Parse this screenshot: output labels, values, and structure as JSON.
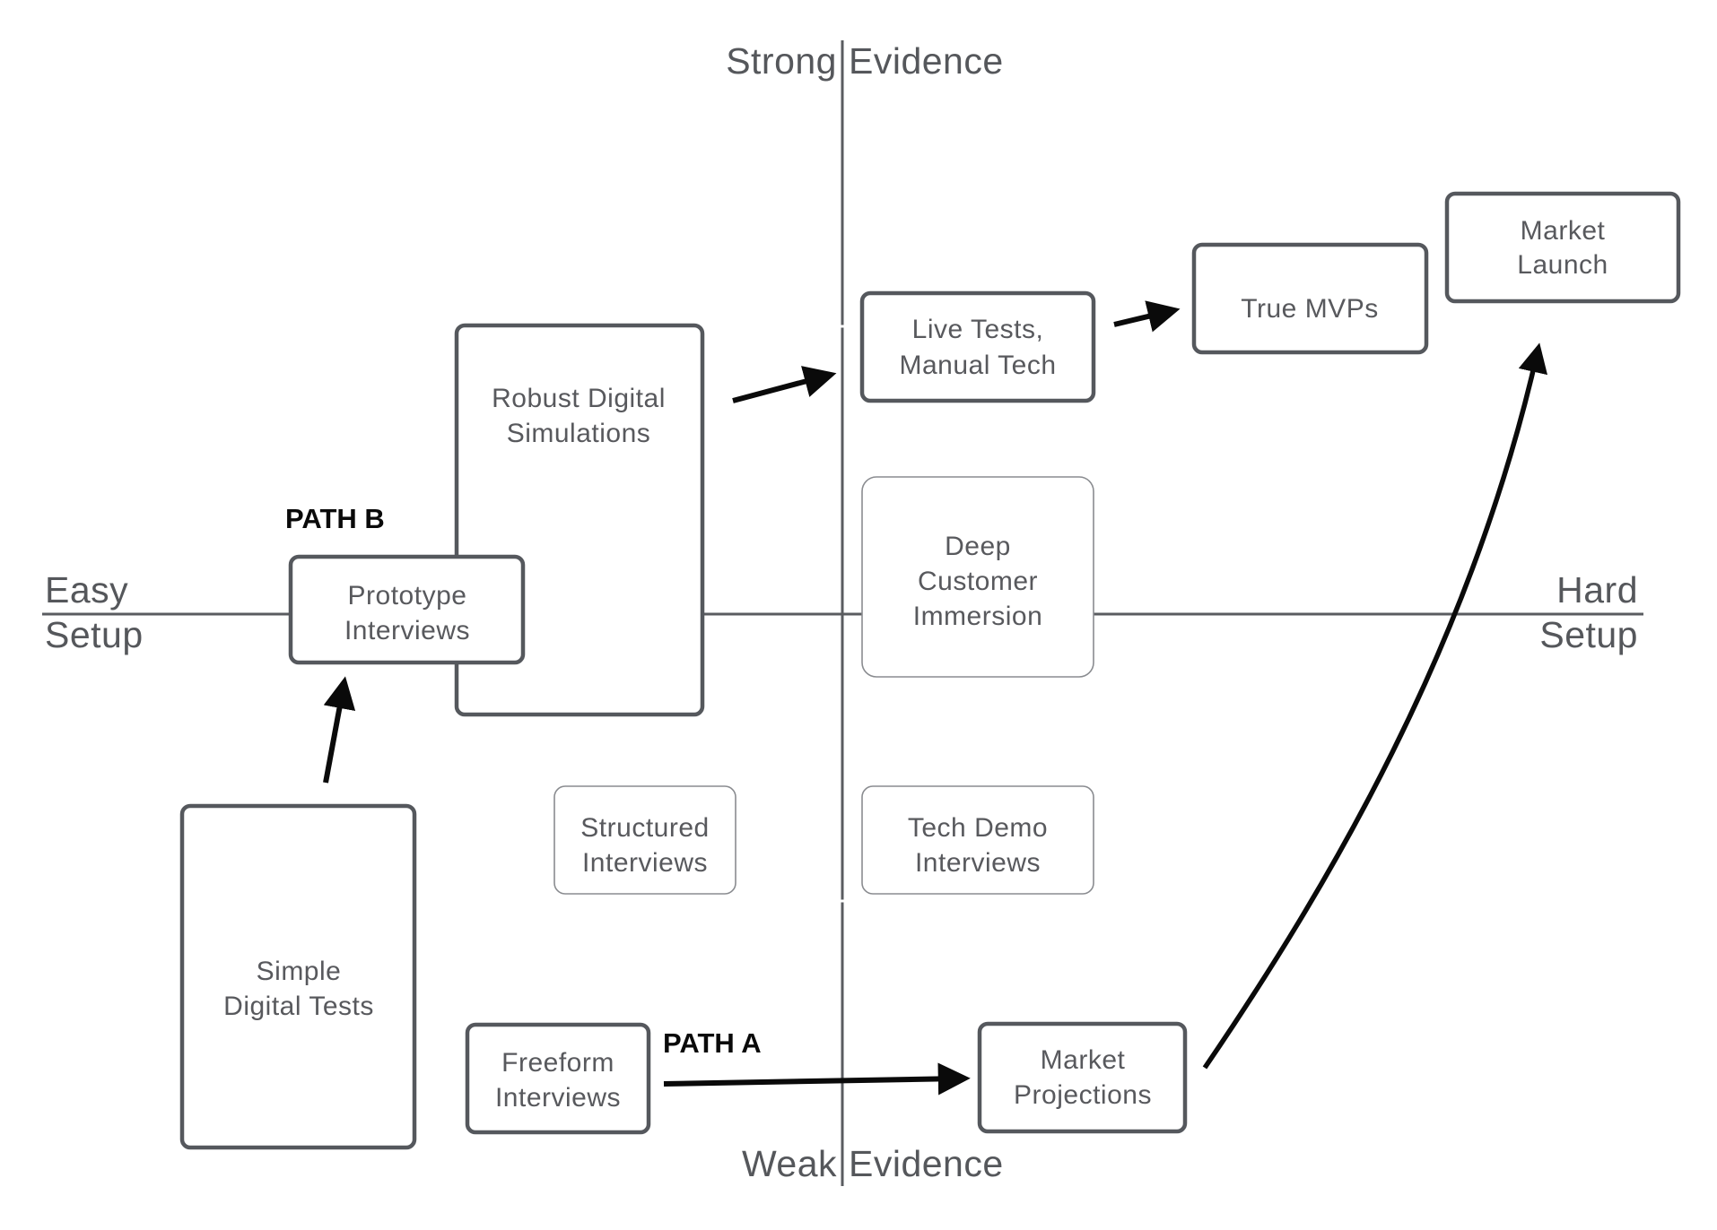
{
  "diagram": {
    "title": "Evidence vs Setup Matrix",
    "axes": {
      "top": {
        "left": "Strong",
        "right": "Evidence"
      },
      "bottom": {
        "left": "Weak",
        "right": "Evidence"
      },
      "left": {
        "top": "Easy",
        "bottom": "Setup"
      },
      "right": {
        "top": "Hard",
        "bottom": "Setup"
      }
    },
    "paths": {
      "a": "PATH A",
      "b": "PATH B"
    },
    "boxes": {
      "robust_digital_simulations": {
        "lines": [
          "Robust Digital",
          "Simulations"
        ],
        "emphasis": "strong"
      },
      "prototype_interviews": {
        "lines": [
          "Prototype",
          "Interviews"
        ],
        "emphasis": "strong"
      },
      "simple_digital_tests": {
        "lines": [
          "Simple",
          "Digital Tests"
        ],
        "emphasis": "strong"
      },
      "structured_interviews": {
        "lines": [
          "Structured",
          "Interviews"
        ],
        "emphasis": "weak"
      },
      "freeform_interviews": {
        "lines": [
          "Freeform",
          "Interviews"
        ],
        "emphasis": "strong"
      },
      "live_tests_manual_tech": {
        "lines": [
          "Live Tests,",
          "Manual Tech"
        ],
        "emphasis": "strong"
      },
      "deep_customer_immersion": {
        "lines": [
          "Deep",
          "Customer",
          "Immersion"
        ],
        "emphasis": "weak"
      },
      "tech_demo_interviews": {
        "lines": [
          "Tech Demo",
          "Interviews"
        ],
        "emphasis": "weak"
      },
      "market_projections": {
        "lines": [
          "Market",
          "Projections"
        ],
        "emphasis": "strong"
      },
      "true_mvps": {
        "lines": [
          "True MVPs"
        ],
        "emphasis": "strong"
      },
      "market_launch": {
        "lines": [
          "Market",
          "Launch"
        ],
        "emphasis": "strong"
      }
    },
    "connections": [
      {
        "from": "simple_digital_tests",
        "to": "prototype_interviews",
        "path": "B"
      },
      {
        "from": "robust_digital_simulations",
        "to": "live_tests_manual_tech",
        "path": "B"
      },
      {
        "from": "live_tests_manual_tech",
        "to": "true_mvps",
        "path": "B"
      },
      {
        "from": "freeform_interviews",
        "to": "market_projections",
        "path": "A"
      },
      {
        "from": "market_projections",
        "to": "market_launch",
        "path": "A"
      }
    ]
  }
}
